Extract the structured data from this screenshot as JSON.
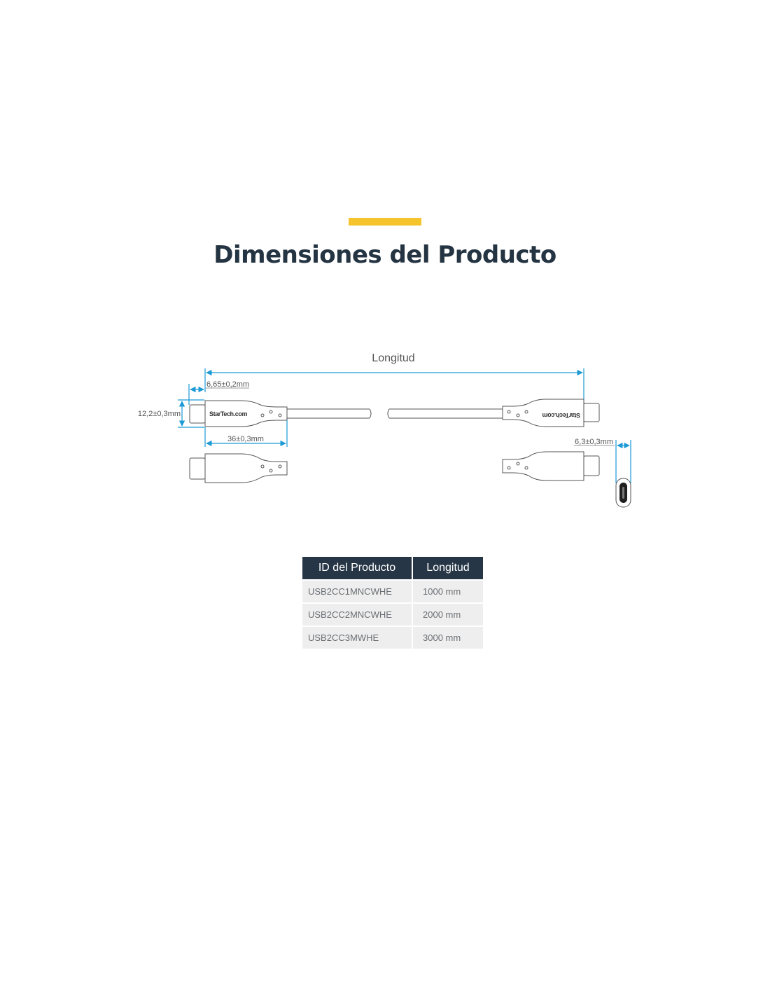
{
  "colors": {
    "accent": "#f5c32c",
    "heading": "#243442",
    "table_header_bg": "#263646",
    "table_row_bg": "#eeeeee",
    "dimension_line": "#1c9ad6",
    "drawing_line": "#555555"
  },
  "page": {
    "title": "Dimensiones del Producto"
  },
  "diagram": {
    "length_label": "Longitud",
    "dim_plug_tip": "6,65±0,2mm",
    "dim_height": "12,2±0,3mm",
    "dim_connector_length": "36±0,3mm",
    "dim_thickness": "6,3±0,3mm",
    "logo_text": "StarTech.com"
  },
  "table": {
    "headers": [
      "ID del Producto",
      "Longitud"
    ],
    "rows": [
      {
        "id": "USB2CC1MNCWHE",
        "length": "1000 mm"
      },
      {
        "id": "USB2CC2MNCWHE",
        "length": "2000 mm"
      },
      {
        "id": "USB2CC3MWHE",
        "length": "3000 mm"
      }
    ]
  }
}
